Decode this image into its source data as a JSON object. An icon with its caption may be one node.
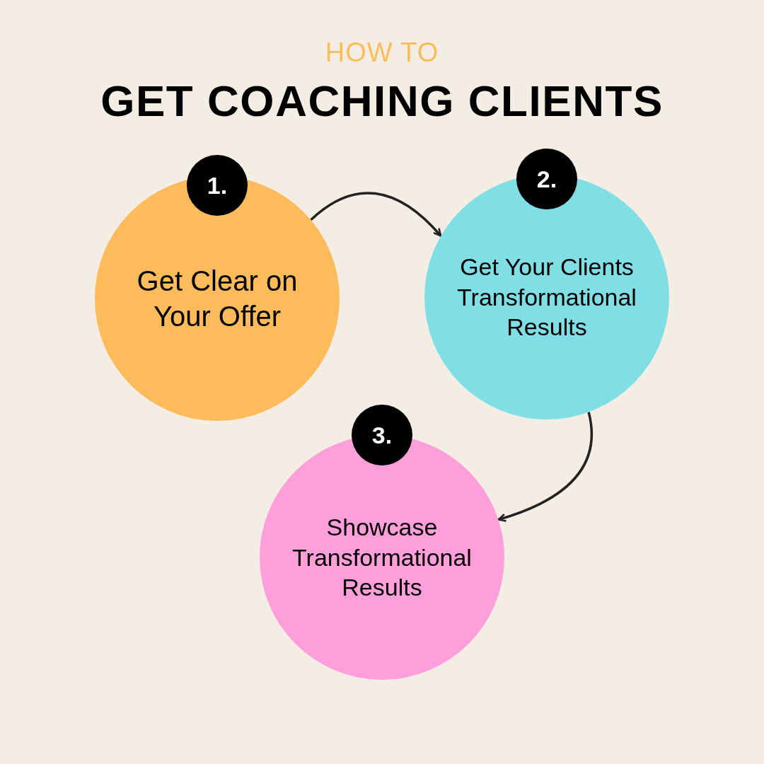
{
  "diagram": {
    "title": "GET COACHING CLIENTS",
    "nodes": [
      {
        "text": [
          "1.",
          "Get Clear on Your Offer"
        ]
      },
      {
        "text": [
          "2.",
          "Get Your Clients Transformational Results"
        ]
      },
      {
        "text": [
          "3.",
          "Showcase Transformational Results"
        ]
      }
    ],
    "edges": [
      {
        "from": 0,
        "to": 1,
        "arrow": "to"
      },
      {
        "from": 1,
        "to": 2,
        "arrow": "to"
      }
    ],
    "labels": [
      "HOW TO"
    ]
  }
}
